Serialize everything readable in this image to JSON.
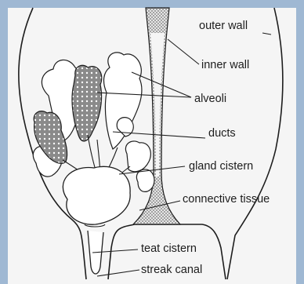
{
  "labels": {
    "outer_wall": "outer wall",
    "inner_wall": "inner wall",
    "alveoli": "alveoli",
    "ducts": "ducts",
    "gland_cistern": "gland cistern",
    "connective_tissue": "connective tissue",
    "teat_cistern": "teat cistern",
    "streak_canal": "streak canal"
  },
  "colors": {
    "frame": "#9fb8d3",
    "background": "#f5f5f5",
    "outline": "#1d1d1d",
    "fill_white": "#ffffff",
    "alveoli_gray": "#8a8a8a",
    "septum_pattern": "#777777"
  }
}
